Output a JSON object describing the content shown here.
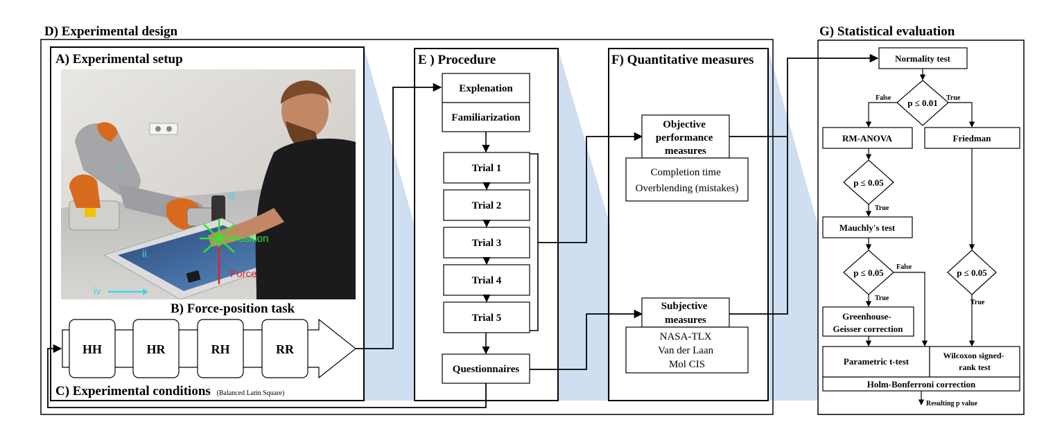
{
  "sections": {
    "D": "D) Experimental design",
    "A": "A) Experimental setup",
    "B": "B) Force-position task",
    "C": "C) Experimental conditions",
    "C_note": "(Balanced Latin Square)",
    "E": "E ) Procedure",
    "F": "F) Quantitative measures",
    "G": "G) Statistical evaluation"
  },
  "photo_labels": {
    "i": "i",
    "ii": "ii",
    "iii": "iii",
    "iv": "iv",
    "position": "Position",
    "force": "Force"
  },
  "conditions": [
    "HH",
    "HR",
    "RH",
    "RR"
  ],
  "procedure": {
    "explanation": "Explenation",
    "familiarization": "Familiarization",
    "trials": [
      "Trial 1",
      "Trial 2",
      "Trial 3",
      "Trial 4",
      "Trial 5"
    ],
    "questionnaires": "Questionnaires"
  },
  "measures": {
    "objective_title": [
      "Objective",
      "performance",
      "measures"
    ],
    "objective_items": [
      "Completion time",
      "Overblending (mistakes)"
    ],
    "subjective_title": [
      "Subjective",
      "measures"
    ],
    "subjective_items": [
      "NASA-TLX",
      "Van der Laan",
      "Mol CIS"
    ]
  },
  "stats": {
    "normality": "Normality test",
    "p001": "p ≤ 0.01",
    "false1": "False",
    "true1": "True",
    "rm_anova": "RM-ANOVA",
    "friedman": "Friedman",
    "p005a": "p ≤ 0.05",
    "true2": "True",
    "mauchly": "Mauchly's test",
    "p005b": "p ≤ 0.05",
    "false2": "False",
    "true3": "True",
    "greenhouse": [
      "Greenhouse-",
      "Geisser correction"
    ],
    "p005c": "p ≤ 0.05",
    "true4": "True",
    "parametric": "Parametric t-test",
    "wilcoxon": [
      "Wilcoxon signed-",
      "rank test"
    ],
    "holm": "Holm-Bonferroni correction",
    "result": "Resulting p value"
  },
  "colors": {
    "funnel": "#c7d8ef",
    "position": "#2ee82e",
    "force": "#e0202a",
    "photo_label": "#3cd6e8"
  }
}
